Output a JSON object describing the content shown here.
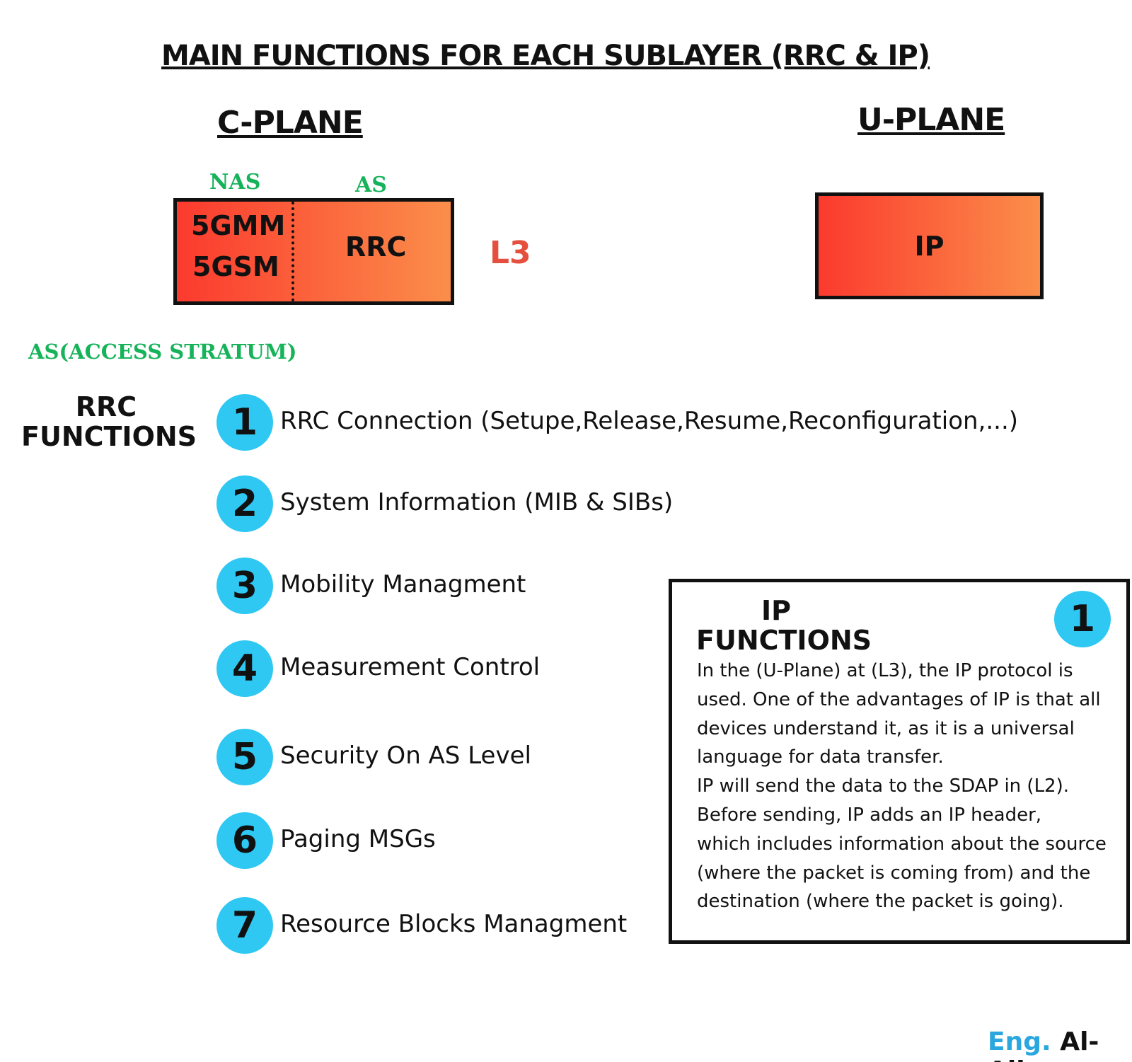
{
  "title": "MAIN FUNCTIONS FOR EACH SUBLAYER (RRC & IP)",
  "c_plane": {
    "heading": "C-PLANE",
    "nas_label": "NAS",
    "as_label": "AS",
    "nas_line1": "5GMM",
    "nas_line2": "5GSM",
    "rrc": "RRC",
    "layer": "L3"
  },
  "u_plane": {
    "heading": "U-PLANE",
    "ip": "IP"
  },
  "as_heading": "AS(ACCESS STRATUM)",
  "rrc_functions": {
    "heading_line1": "RRC",
    "heading_line2": "FUNCTIONS",
    "items": [
      {
        "num": "1",
        "text": "RRC Connection (Setupe,Release,Resume,Reconfiguration,...)"
      },
      {
        "num": "2",
        "text": "System Information (MIB & SIBs)"
      },
      {
        "num": "3",
        "text": "Mobility Managment"
      },
      {
        "num": "4",
        "text": "Measurement Control"
      },
      {
        "num": "5",
        "text": "Security On AS Level"
      },
      {
        "num": "6",
        "text": "Paging MSGs"
      },
      {
        "num": "7",
        "text": "Resource Blocks Managment"
      }
    ]
  },
  "ip_functions": {
    "heading_line1": "IP",
    "heading_line2": "FUNCTIONS",
    "num": "1",
    "lines": [
      "In the (U-Plane) at (L3), the IP protocol is",
      "used. One of the advantages of IP is that all",
      "devices understand it, as it is a universal",
      "language for data transfer.",
      "IP will send the data to the SDAP in (L2).",
      "Before sending, IP adds an IP header,",
      "which includes information about the source",
      "(where the packet is coming from) and the",
      "destination (where the packet is going)."
    ]
  },
  "signature": {
    "prefix": "Eng.",
    "name": "Al-Ali"
  },
  "colors": {
    "accent_blue": "#2ec8f3",
    "green": "#16b35a",
    "l3_red": "#e5503e"
  }
}
